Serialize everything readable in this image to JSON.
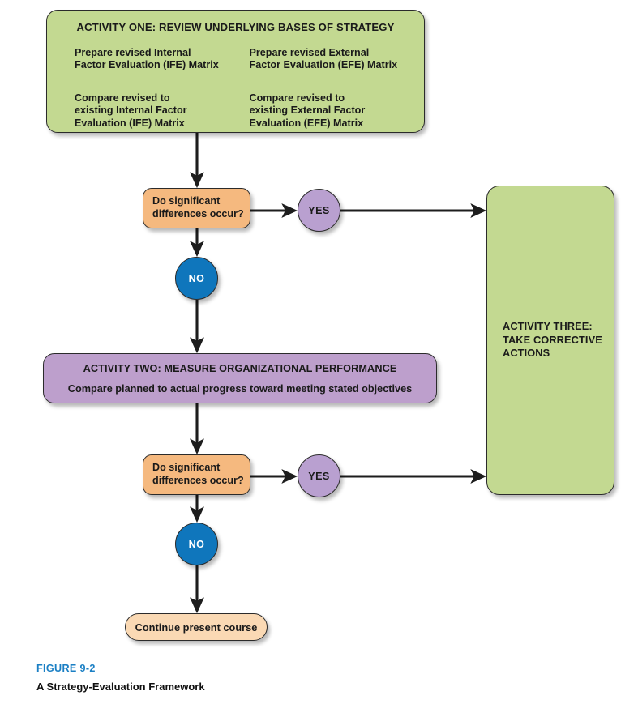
{
  "figure": {
    "number_label": "FIGURE 9-2",
    "title": "A Strategy-Evaluation Framework",
    "number_color": "#1a7fc4"
  },
  "palette": {
    "green": "#c3d991",
    "purple": "#bd9fcc",
    "orange": "#f5b97f",
    "light_peach": "#fad9b4",
    "yes_circle": "#b9a0d0",
    "no_circle": "#0f76bc",
    "stroke": "#2b2b2b",
    "text": "#1a1a1a"
  },
  "activity_one": {
    "heading": "ACTIVITY ONE: REVIEW UNDERLYING BASES OF STRATEGY",
    "cells": [
      "Prepare revised Internal\nFactor Evaluation (IFE) Matrix",
      "Prepare revised External\nFactor Evaluation (EFE) Matrix",
      "Compare revised to\nexisting Internal Factor\nEvaluation (IFE) Matrix",
      "Compare revised to\nexisting External Factor\nEvaluation (EFE) Matrix"
    ]
  },
  "activity_two": {
    "heading": "ACTIVITY TWO: MEASURE ORGANIZATIONAL PERFORMANCE",
    "subline": "Compare planned to actual progress toward meeting stated objectives"
  },
  "activity_three": {
    "heading": "ACTIVITY THREE:\nTAKE CORRECTIVE\nACTIONS"
  },
  "decisions": [
    {
      "label": "Do significant\ndifferences occur?"
    },
    {
      "label": "Do significant\ndifferences occur?"
    }
  ],
  "branches": {
    "yes_label": "YES",
    "no_label": "NO"
  },
  "terminal": {
    "label": "Continue present course"
  }
}
